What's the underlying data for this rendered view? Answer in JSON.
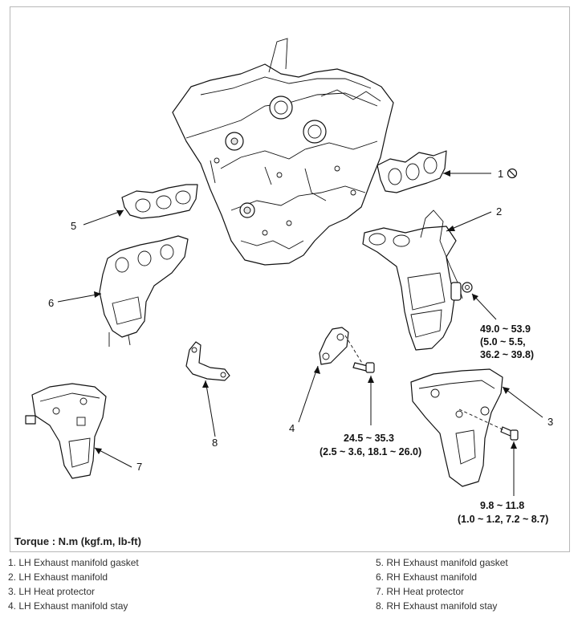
{
  "callouts": {
    "c1": "1",
    "c2": "2",
    "c3": "3",
    "c4": "4",
    "c5": "5",
    "c6": "6",
    "c7": "7",
    "c8": "8"
  },
  "torque_specs": {
    "manifold_nut": [
      "49.0 ~ 53.9",
      "(5.0 ~ 5.5,",
      "36.2 ~ 39.8)"
    ],
    "stay_bolt": [
      "24.5 ~ 35.3",
      "(2.5 ~ 3.6, 18.1 ~ 26.0)"
    ],
    "protector_bolt": [
      "9.8 ~ 11.8",
      "(1.0 ~ 1.2, 7.2 ~ 8.7)"
    ]
  },
  "torque_unit_title": "Torque : N.m (kgf.m, lb-ft)",
  "icons": {
    "non_reusable": "prohibition-icon"
  },
  "legend": {
    "left": [
      "1. LH Exhaust manifold gasket",
      "2. LH Exhaust manifold",
      "3. LH Heat protector",
      "4. LH Exhaust manifold stay"
    ],
    "right": [
      "5. RH Exhaust manifold gasket",
      "6. RH Exhaust manifold",
      "7. RH Heat protector",
      "8. RH Exhaust manifold stay"
    ]
  }
}
